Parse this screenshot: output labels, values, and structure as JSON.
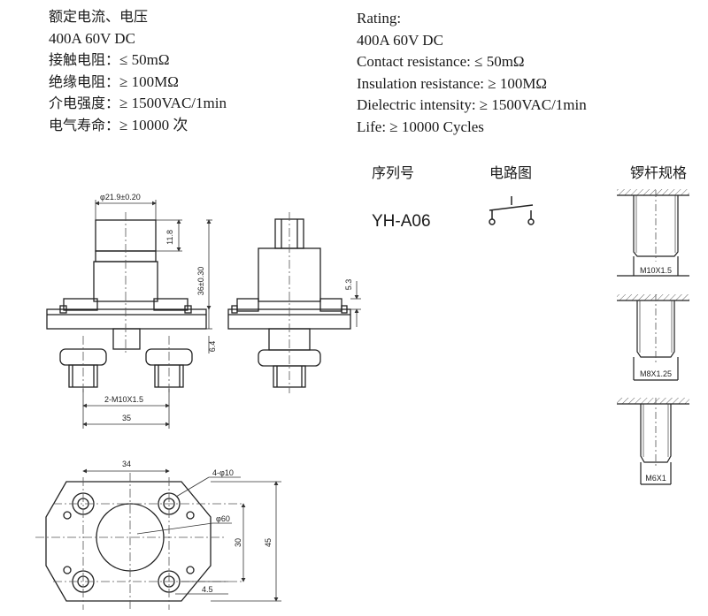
{
  "spec_cn": {
    "title": "额定电流、电压",
    "rating": "400A 60V DC",
    "contact_label": "接触电阻：",
    "contact_value": "≤ 50mΩ",
    "insulation_label": "绝缘电阻：",
    "insulation_value": "≥ 100MΩ",
    "dielectric_label": "介电强度：",
    "dielectric_value": "≥ 1500VAC/1min",
    "life_label": "电气寿命：",
    "life_value": "≥ 10000 次"
  },
  "spec_en": {
    "title": "Rating:",
    "rating": "400A 60V DC",
    "contact": "Contact resistance: ≤ 50mΩ",
    "insulation": "Insulation resistance: ≥ 100MΩ",
    "dielectric": "Dielectric intensity: ≥ 1500VAC/1min",
    "life": "Life: ≥ 10000 Cycles"
  },
  "table": {
    "header_serial": "序列号",
    "header_circuit": "电路图",
    "header_bolt": "锣杆规格",
    "model": "YH-A06"
  },
  "bolts": [
    "M10X1.5",
    "M8X1.25",
    "M6X1"
  ],
  "dims": {
    "diameter": "φ21.9±0.20",
    "cap_height": "11.8",
    "body_height": "36±0.30",
    "base_thick": "6.4",
    "side_dim": "5.3",
    "thread": "2-M10X1.5",
    "span": "35",
    "hole_spacing": "34",
    "holes": "4-φ10",
    "center_hole": "φ60",
    "inner_height": "30",
    "outer_height": "45",
    "radius": "4.5"
  }
}
